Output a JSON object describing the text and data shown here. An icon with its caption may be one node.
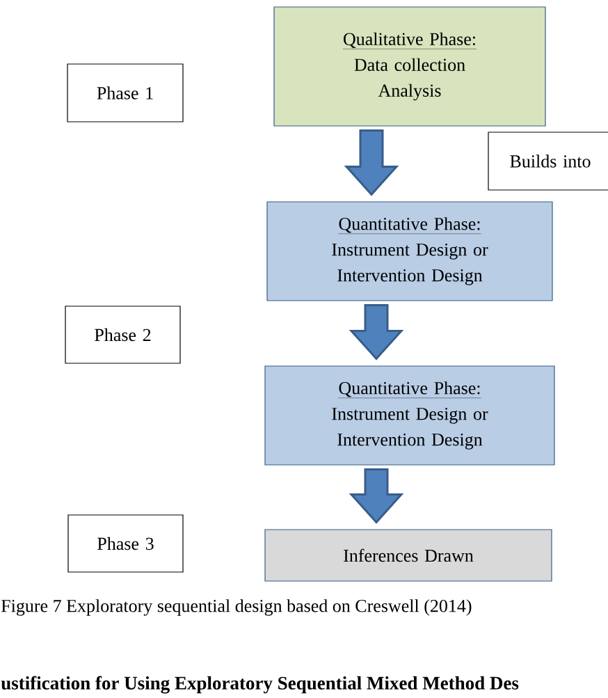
{
  "diagram": {
    "caption": "Figure 7 Exploratory sequential design based on Creswell (2014)",
    "nodes": [
      {
        "text": [
          "Phase 1"
        ]
      },
      {
        "text": [
          "Qualitative Phase:",
          "Data collection",
          "Analysis"
        ]
      },
      {
        "text": [
          "Builds into"
        ]
      },
      {
        "text": [
          "Quantitative Phase:",
          "Instrument Design or Intervention Design"
        ]
      },
      {
        "text": [
          "Phase 2"
        ]
      },
      {
        "text": [
          "Quantitative Phase:",
          "Instrument Design or Intervention Design"
        ]
      },
      {
        "text": [
          "Phase 3"
        ]
      },
      {
        "text": [
          "Inferences Drawn"
        ]
      }
    ],
    "edges": [
      {
        "from": 1,
        "to": 3,
        "arrow": "to"
      },
      {
        "from": 3,
        "to": 5,
        "arrow": "to"
      },
      {
        "from": 5,
        "to": 7,
        "arrow": "to"
      }
    ],
    "labels": [
      "ustification for Using Exploratory Sequential Mixed Method Des"
    ]
  }
}
